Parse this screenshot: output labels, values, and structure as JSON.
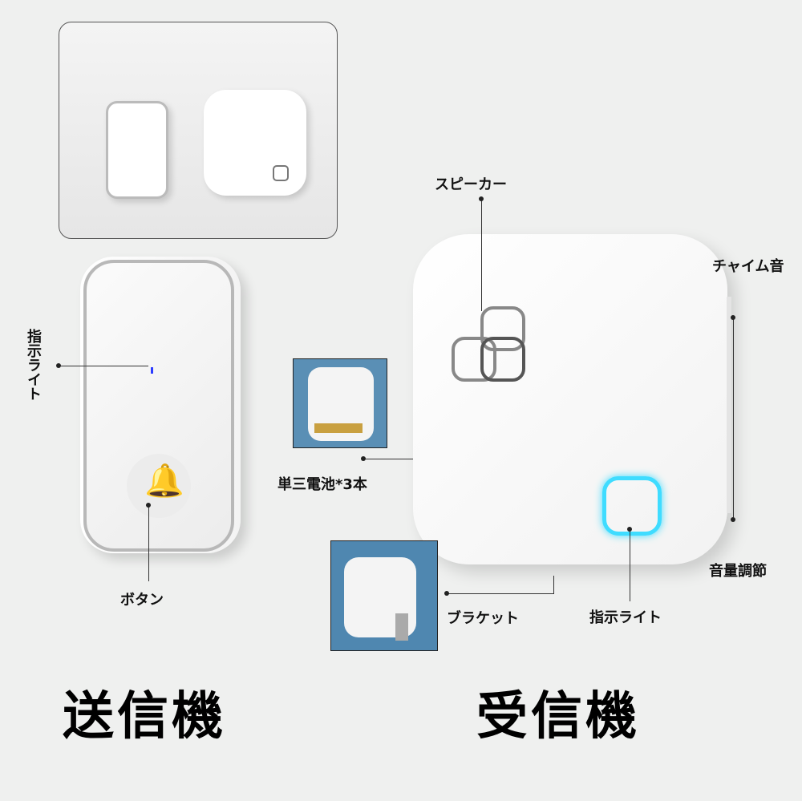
{
  "labels": {
    "speaker": "スピーカー",
    "chime": "チャイム音",
    "indicator_left": "指示ライト",
    "battery": "単三電池*3本",
    "volume": "音量調節",
    "button": "ボタン",
    "bracket": "ブラケット",
    "indicator_right": "指示ライト"
  },
  "titles": {
    "transmitter": "送信機",
    "receiver": "受信機"
  },
  "colors": {
    "led_blue": "#3fdcff",
    "background": "#eff0ef"
  }
}
